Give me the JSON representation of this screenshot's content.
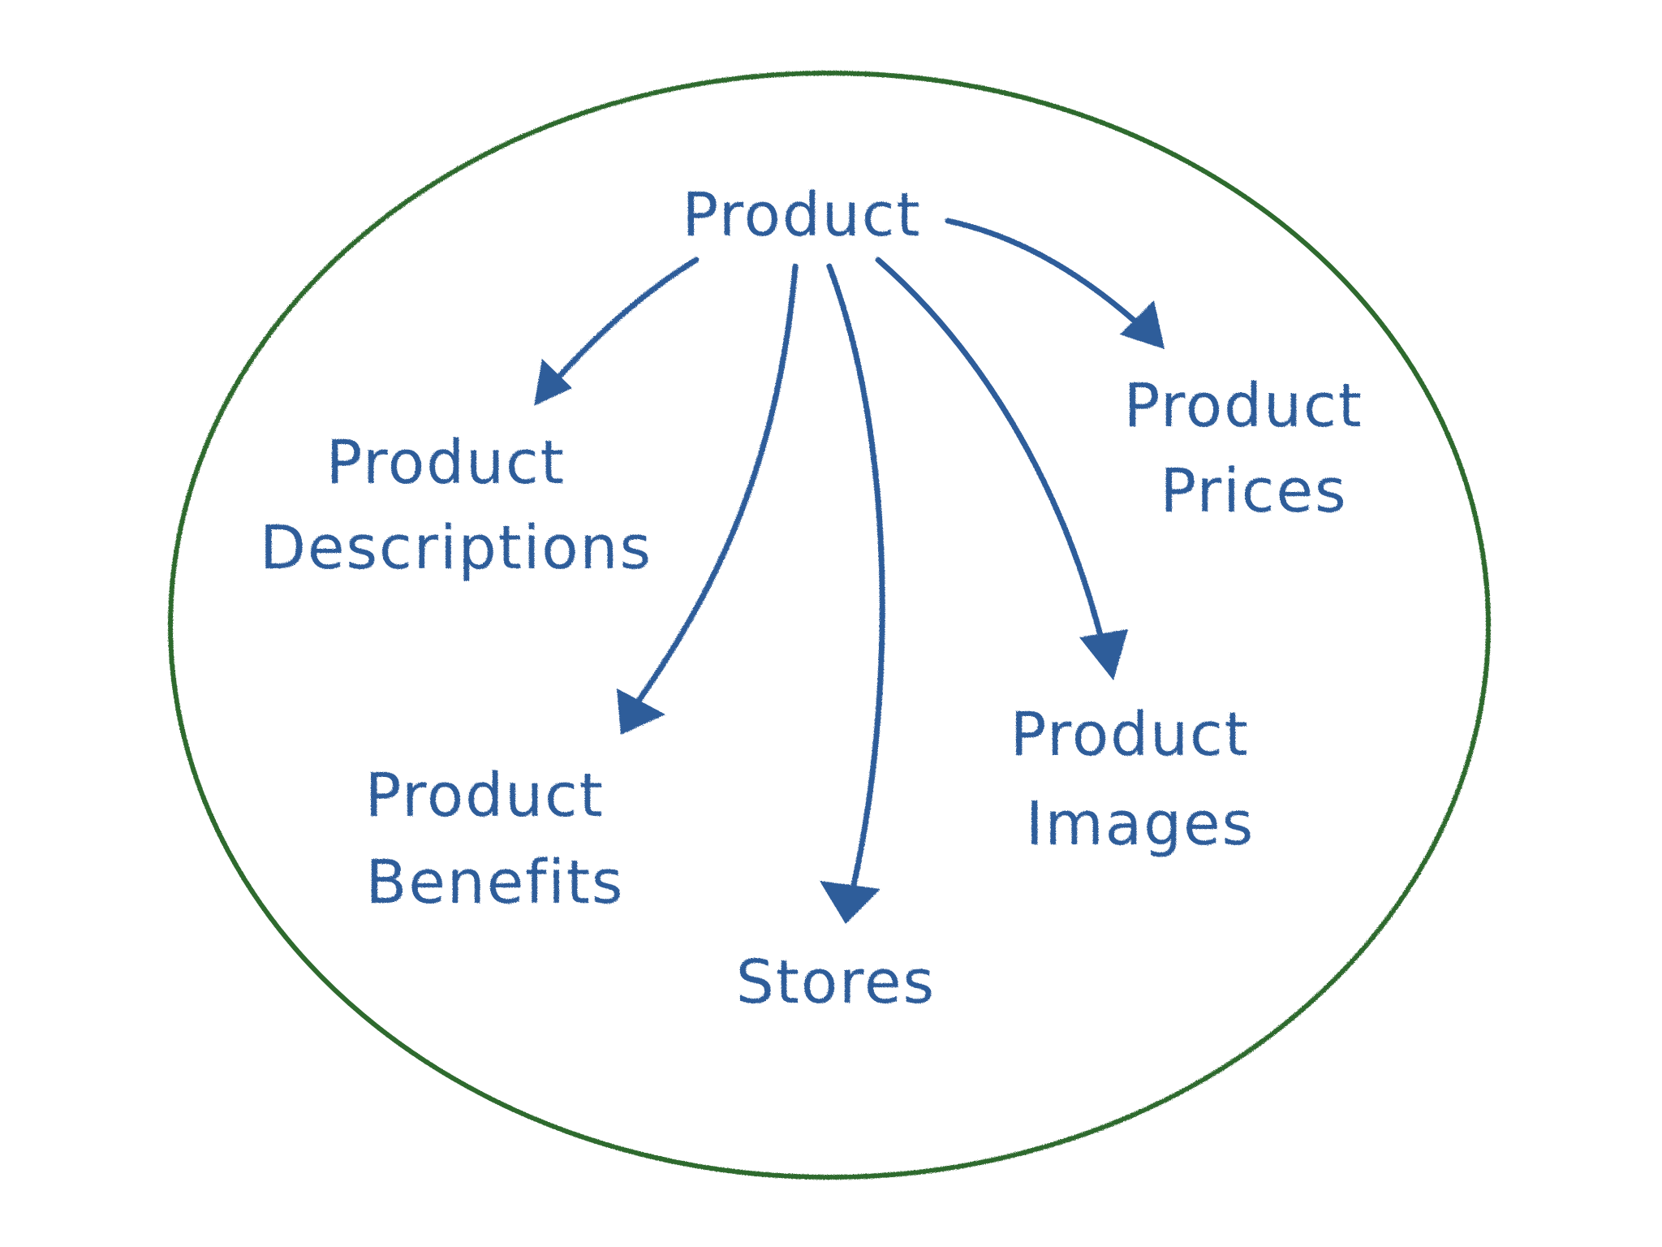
{
  "colors": {
    "boundary": "#2f6b2f",
    "ink": "#2f5d9a",
    "background": "#ffffff"
  },
  "diagram": {
    "root": "Product",
    "children": [
      {
        "id": "descriptions",
        "lines": [
          "Product",
          "Descriptions"
        ]
      },
      {
        "id": "benefits",
        "lines": [
          "Product",
          "Benefits"
        ]
      },
      {
        "id": "stores",
        "lines": [
          "Stores"
        ]
      },
      {
        "id": "images",
        "lines": [
          "Product",
          "Images"
        ]
      },
      {
        "id": "prices",
        "lines": [
          "Product",
          "Prices"
        ]
      }
    ]
  }
}
